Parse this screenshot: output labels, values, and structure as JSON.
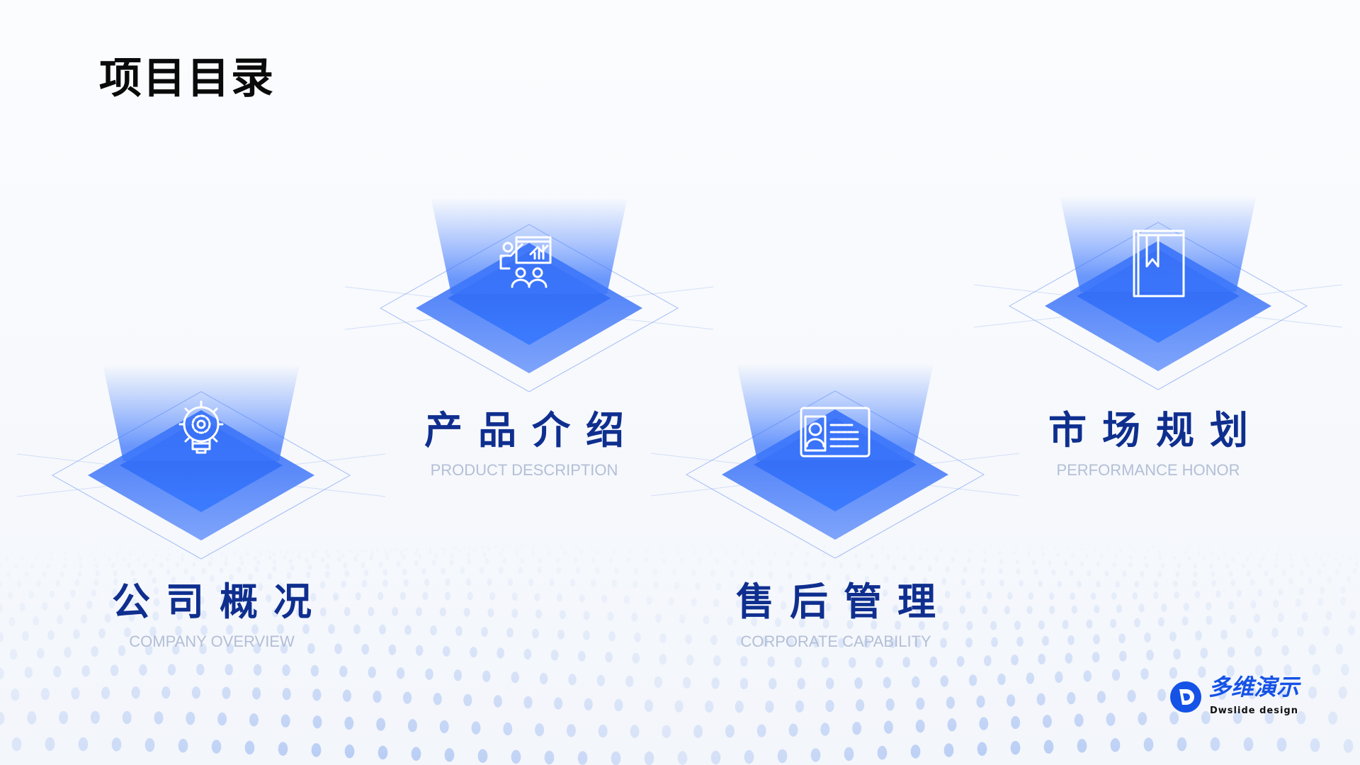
{
  "title": "项目目录",
  "accent_color": "#2e6cf6",
  "title_color": "#0f2f8f",
  "sections": [
    {
      "title": "公司概况",
      "subtitle": "COMPANY OVERVIEW",
      "icon": "lightbulb-gear-icon"
    },
    {
      "title": "产品介绍",
      "subtitle": "PRODUCT DESCRIPTION",
      "icon": "presentation-icon"
    },
    {
      "title": "售后管理",
      "subtitle": "CORPORATE CAPABILITY",
      "icon": "id-card-icon"
    },
    {
      "title": "市场规划",
      "subtitle": "PERFORMANCE HONOR",
      "icon": "bookmark-book-icon"
    }
  ],
  "logo": {
    "name": "多维演示",
    "tagline": "Dwslide design"
  }
}
